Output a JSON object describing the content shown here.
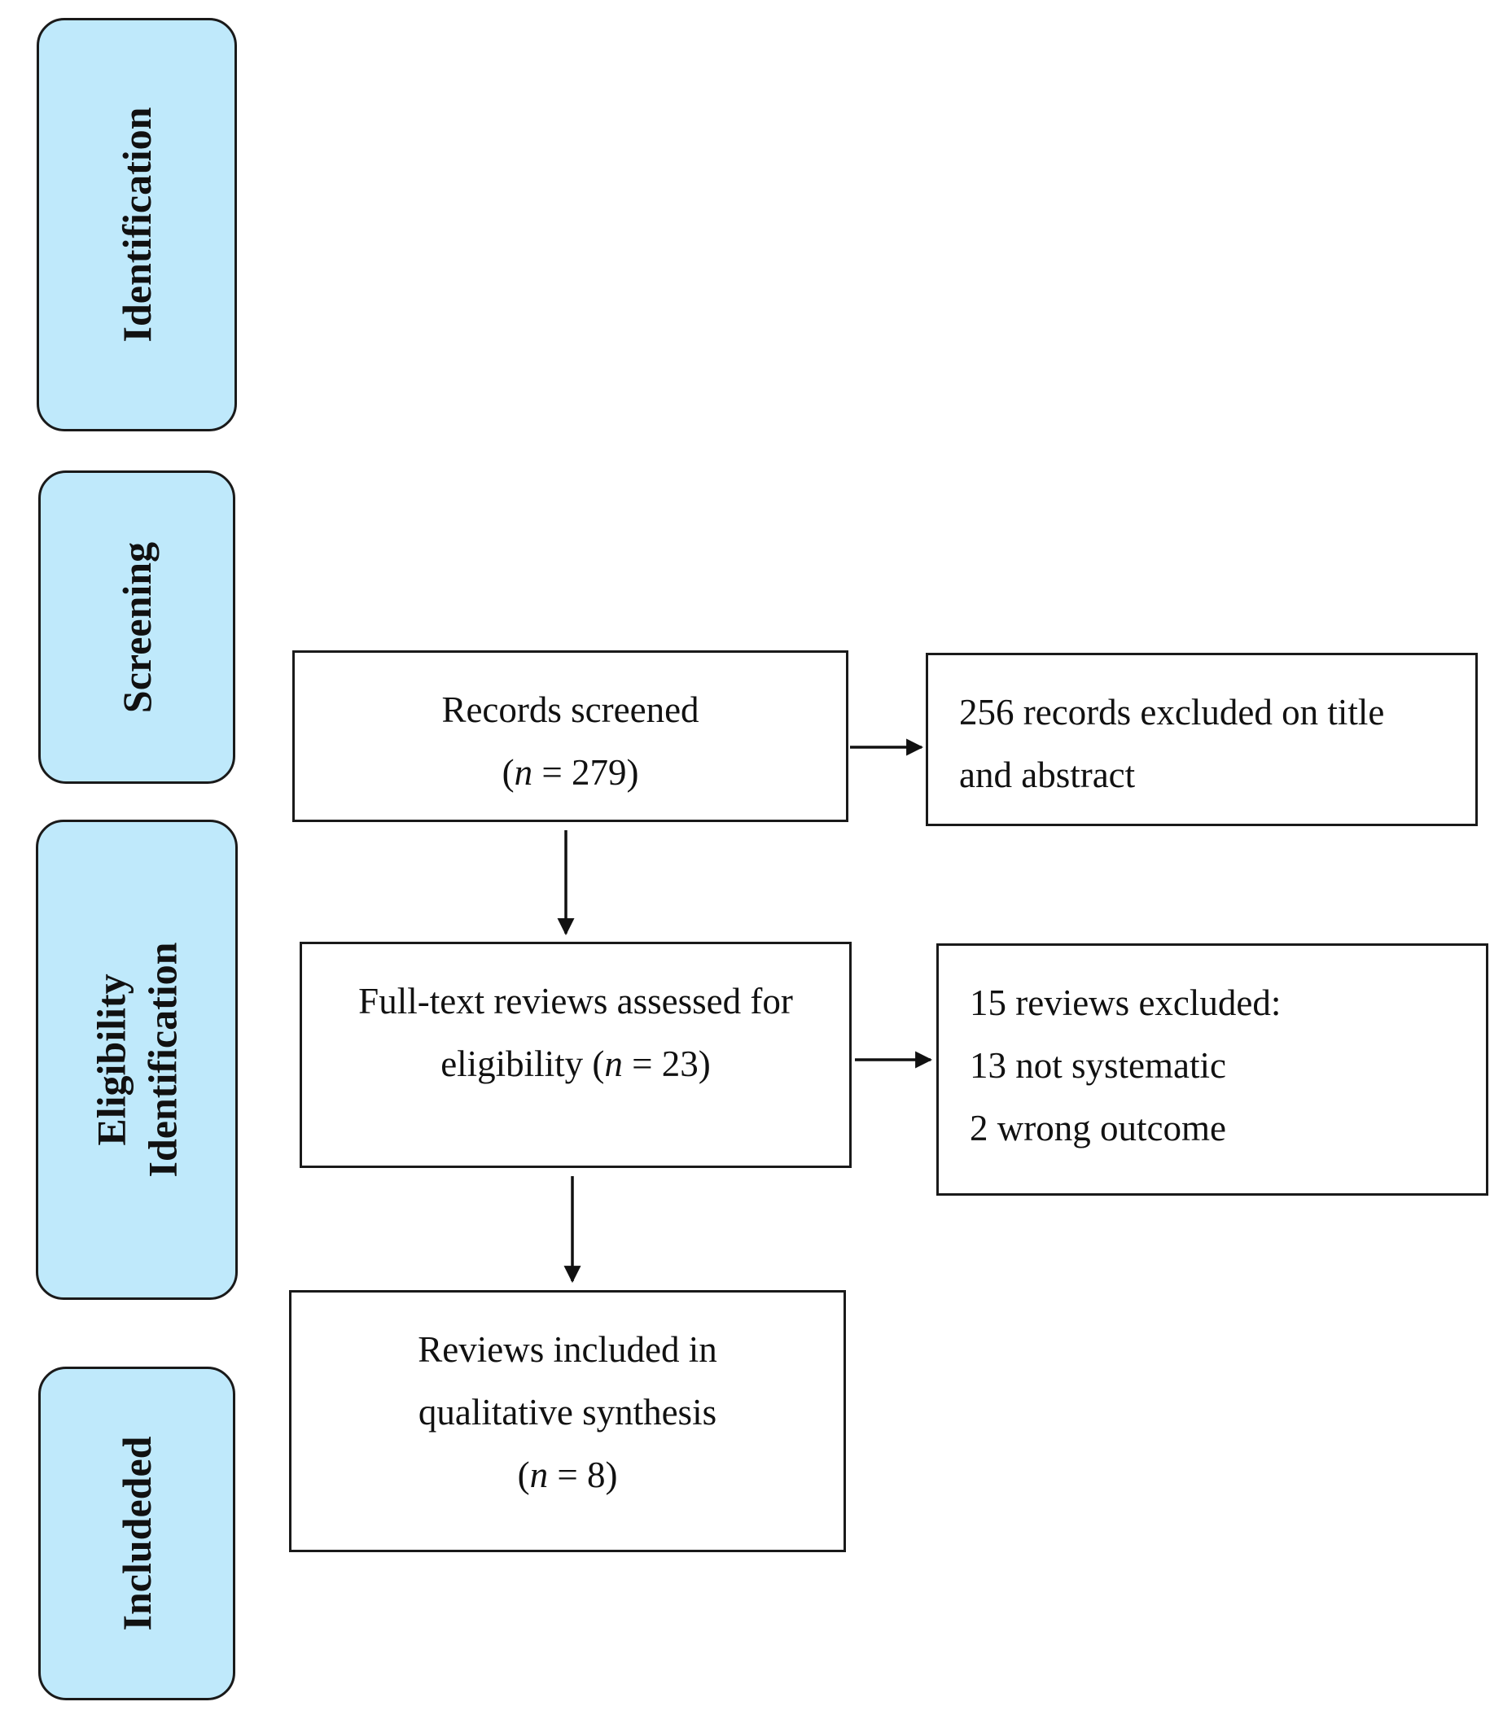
{
  "stages": {
    "identification": "Identification",
    "screening": "Screening",
    "eligibility_line1": "Eligibility",
    "eligibility_line2": "Identification",
    "included": "Includeded"
  },
  "boxes": {
    "records_screened": {
      "label": "Records screened",
      "n_open": "(",
      "n_symbol": "n",
      "n_value": " = 279)"
    },
    "records_excluded": {
      "line1": "256 records excluded on title",
      "line2": "and abstract"
    },
    "full_text": {
      "line1": "Full-text reviews assessed for",
      "line2_prefix": "eligibility (",
      "n_symbol": "n",
      "n_value": " = 23)"
    },
    "reviews_excluded": {
      "line1": "15 reviews excluded:",
      "line2": "13 not systematic",
      "line3": "2 wrong outcome"
    },
    "included": {
      "line1": "Reviews included in",
      "line2": "qualitative synthesis",
      "n_open": "(",
      "n_symbol": "n",
      "n_value": " = 8)"
    }
  },
  "colors": {
    "stage_fill": "#bfe9fb",
    "border": "#1a1a1a"
  }
}
